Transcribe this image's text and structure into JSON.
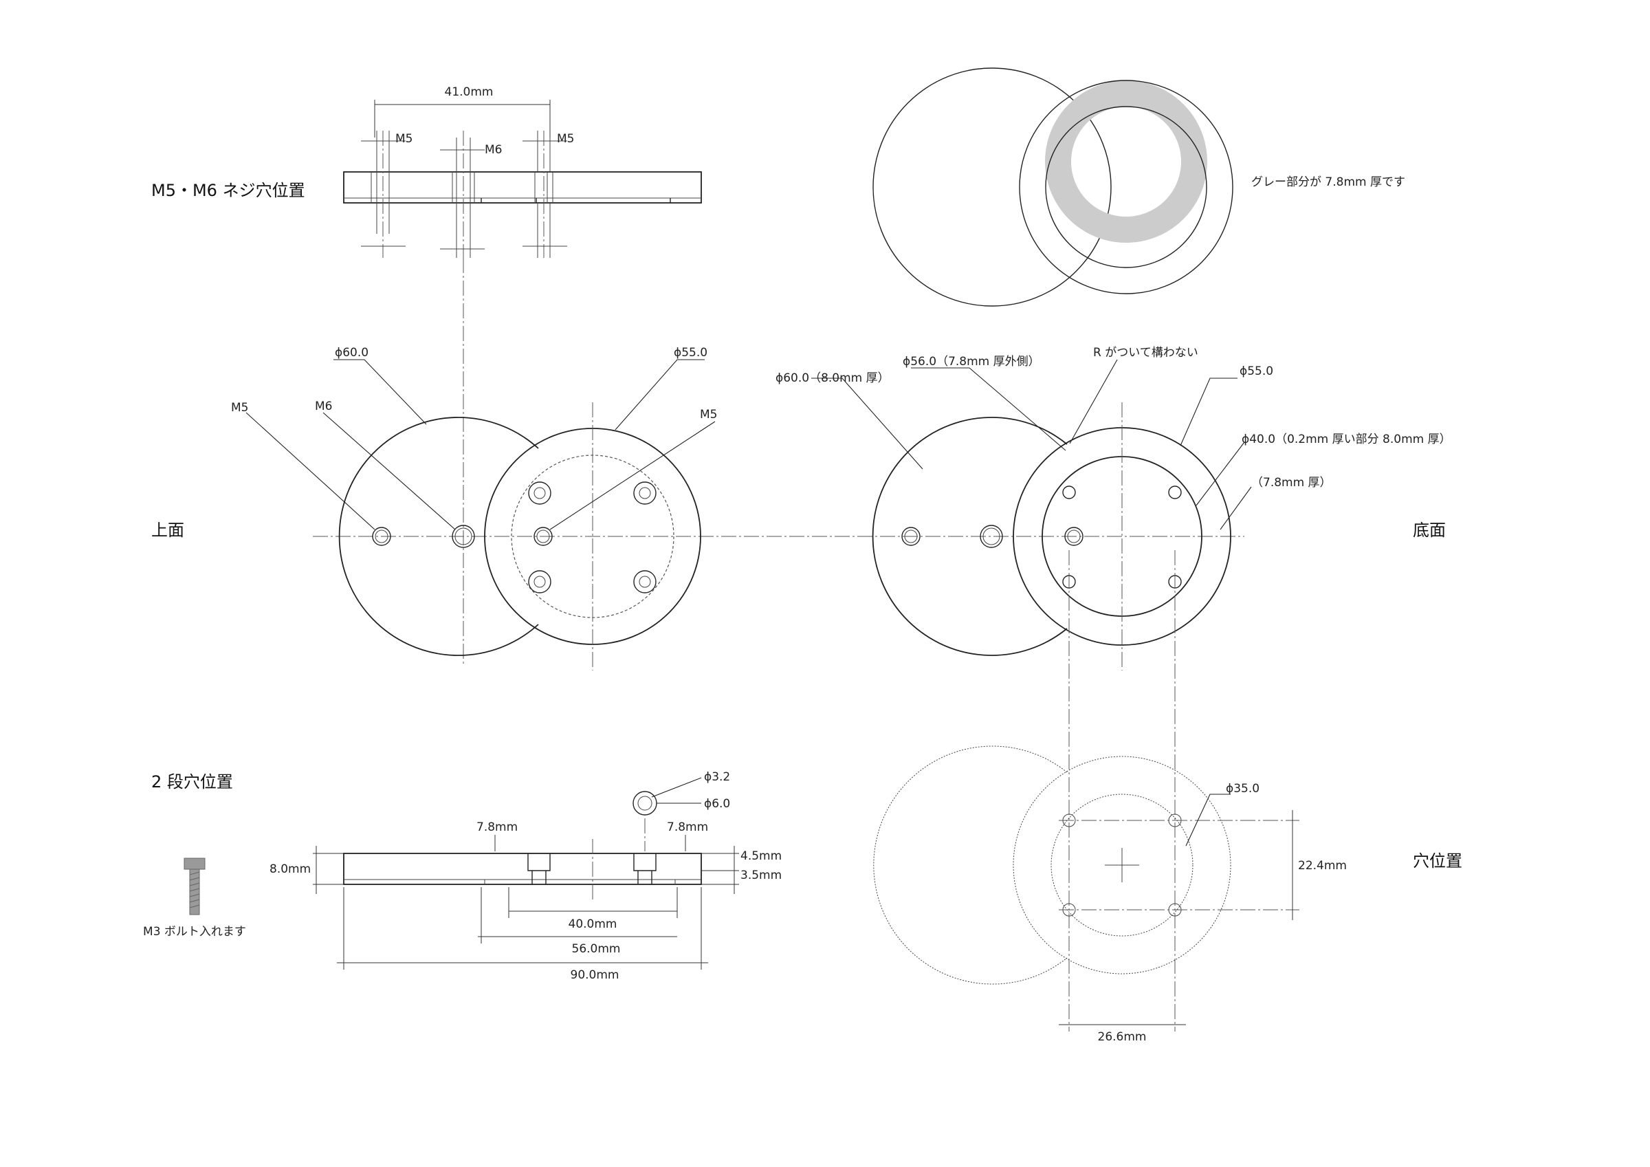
{
  "headings": {
    "screw_holes": "M5・M6 ネジ穴位置",
    "top": "上面",
    "bottom": "底面",
    "two_step": "2 段穴位置",
    "hole_pos": "穴位置"
  },
  "side_view": {
    "width_dim": "41.0mm",
    "m5_left": "M5",
    "m6": "M6",
    "m5_right": "M5"
  },
  "note_gray": "グレー部分が 7.8mm 厚です",
  "top_view": {
    "d60": "ϕ60.0",
    "d55": "ϕ55.0",
    "m5_left": "M5",
    "m6": "M6",
    "m5_right": "M5"
  },
  "bottom_view": {
    "d60": "ϕ60.0（8.0mm 厚）",
    "d56": "ϕ56.0（7.8mm 厚外側）",
    "r_note": "R がついて構わない",
    "d55": "ϕ55.0",
    "d40": "ϕ40.0（0.2mm 厚い部分 8.0mm 厚）",
    "t78": "（7.8mm 厚）"
  },
  "section": {
    "d32": "ϕ3.2",
    "d60": "ϕ6.0",
    "t78_left": "7.8mm",
    "t78_right": "7.8mm",
    "h80": "8.0mm",
    "h45": "4.5mm",
    "h35": "3.5mm",
    "w40": "40.0mm",
    "w56": "56.0mm",
    "w90": "90.0mm",
    "bolt_note": "M3 ボルト入れます"
  },
  "hole_view": {
    "d35": "ϕ35.0",
    "h224": "22.4mm",
    "w266": "26.6mm"
  },
  "colors": {
    "line": "#222222",
    "gray_fill": "#cccccc",
    "bolt": "#9a9a9a"
  }
}
